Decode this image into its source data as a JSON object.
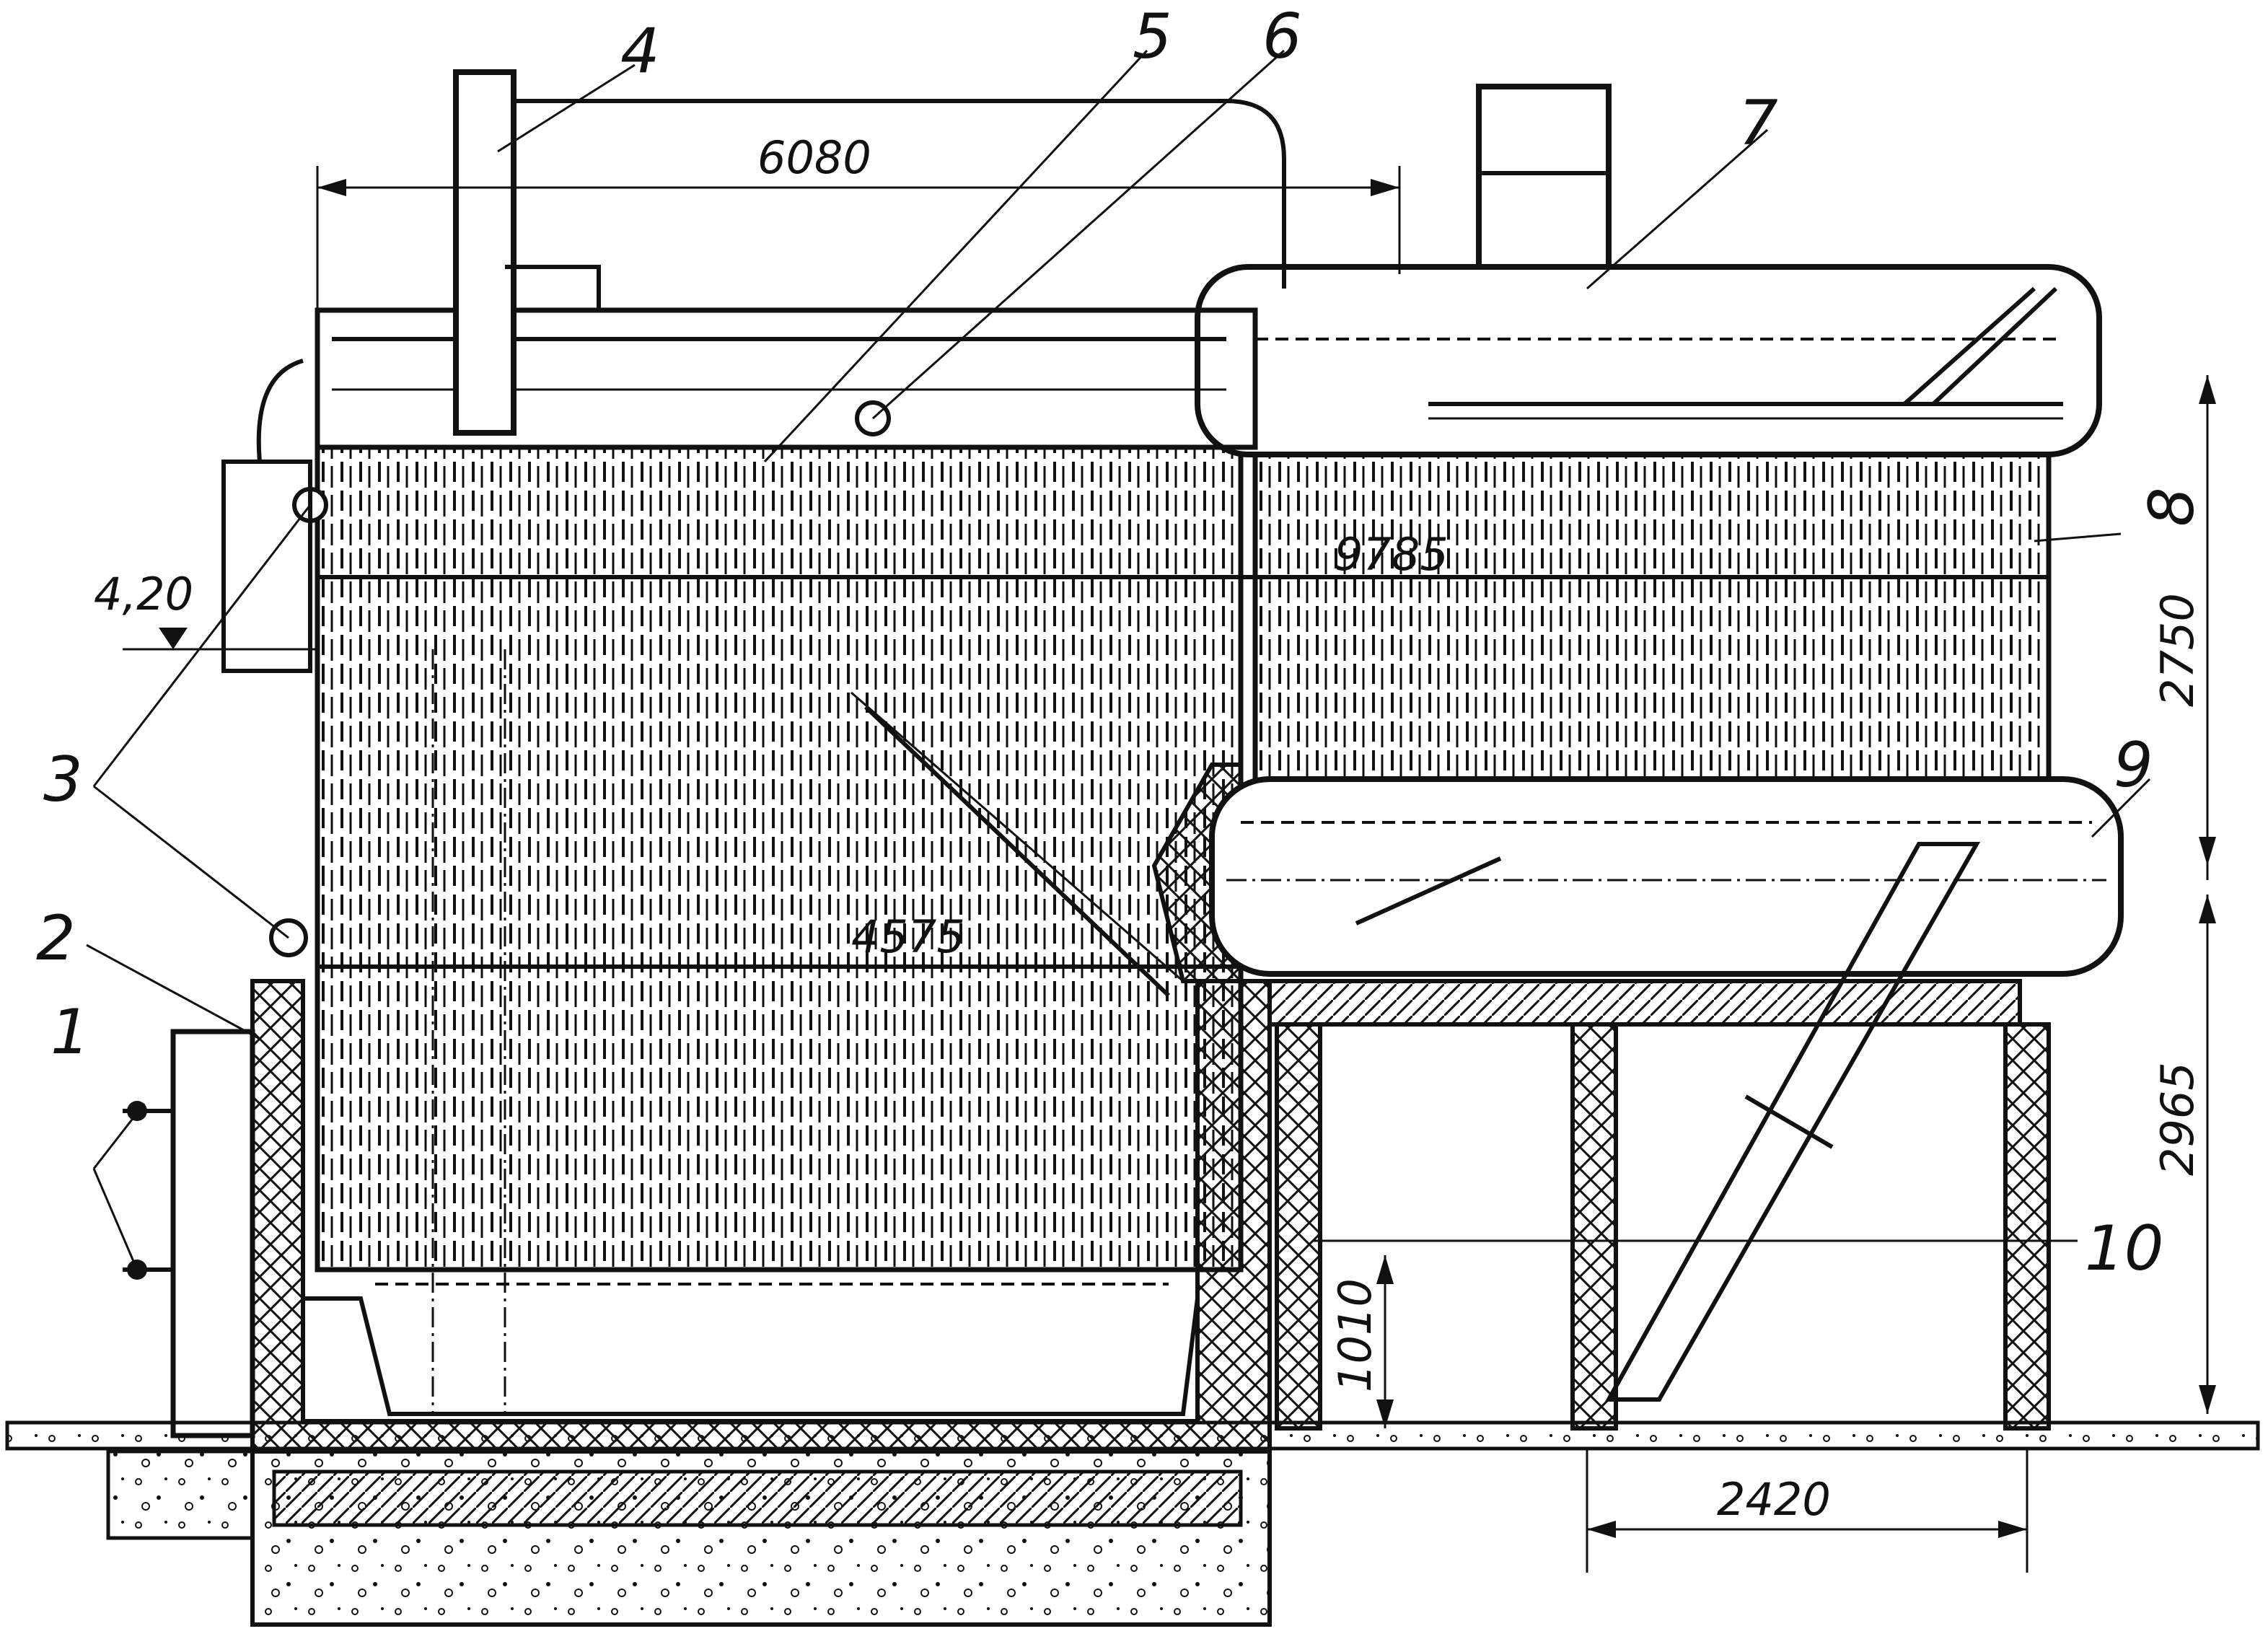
{
  "callouts": [
    "1",
    "2",
    "3",
    "4",
    "5",
    "6",
    "7",
    "8",
    "9",
    "10"
  ],
  "dimensions": {
    "top_length": "6080",
    "drum_length": "9785",
    "inner_length": "4575",
    "level_mark": "4,20",
    "upper_height": "2750",
    "lower_height": "2965",
    "support_height": "1010",
    "support_span": "2420"
  }
}
